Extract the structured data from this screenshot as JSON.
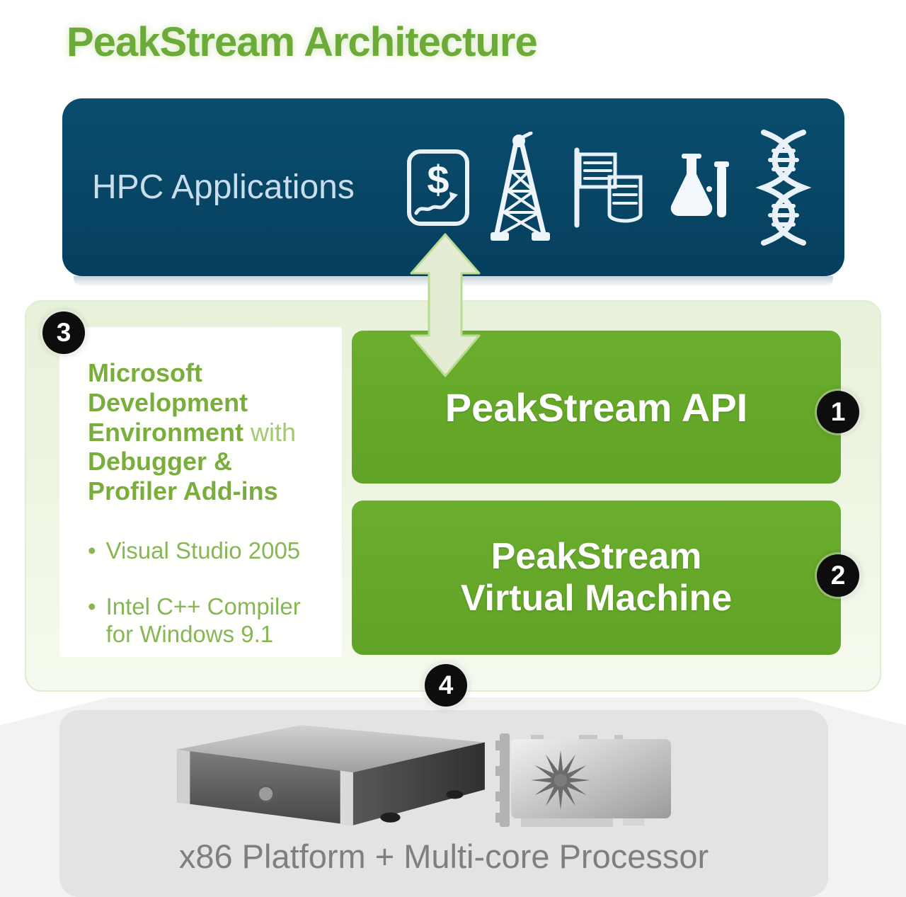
{
  "title": "PeakStream Architecture",
  "hpc": {
    "label": "HPC Applications",
    "icons": [
      "finance-chart",
      "oil-derrick",
      "data-records",
      "chemistry-flask",
      "dna-helix"
    ]
  },
  "dev_environment": {
    "heading_bold_1": "Microsoft Development Environment",
    "heading_regular": " with ",
    "heading_bold_2": "Debugger & Profiler Add-ins",
    "bullet_glyph": "•",
    "bullets": [
      "Visual Studio 2005",
      "Intel C++ Compiler for Windows 9.1"
    ]
  },
  "layers": {
    "api_label": "PeakStream API",
    "vm_label_line1": "PeakStream",
    "vm_label_line2": "Virtual Machine"
  },
  "badges": {
    "api": "1",
    "vm": "2",
    "dev": "3",
    "platform": "4"
  },
  "platform": {
    "caption": "x86 Platform + Multi-core Processor"
  },
  "colors": {
    "title_green": "#6cab39",
    "layer_green": "#65a82a",
    "panel_pale_green": "#eef6e4",
    "dark_teal": "#074a6a",
    "hpc_text_blue": "#c9ddec",
    "dev_text_green": "#79ae3d",
    "arrow_fill": "#e4edd4",
    "arrow_stroke": "#b9db91",
    "platform_gray": "#e3e3e1",
    "caption_gray": "#7f7f7f",
    "badge_black": "#0d0d0d"
  }
}
